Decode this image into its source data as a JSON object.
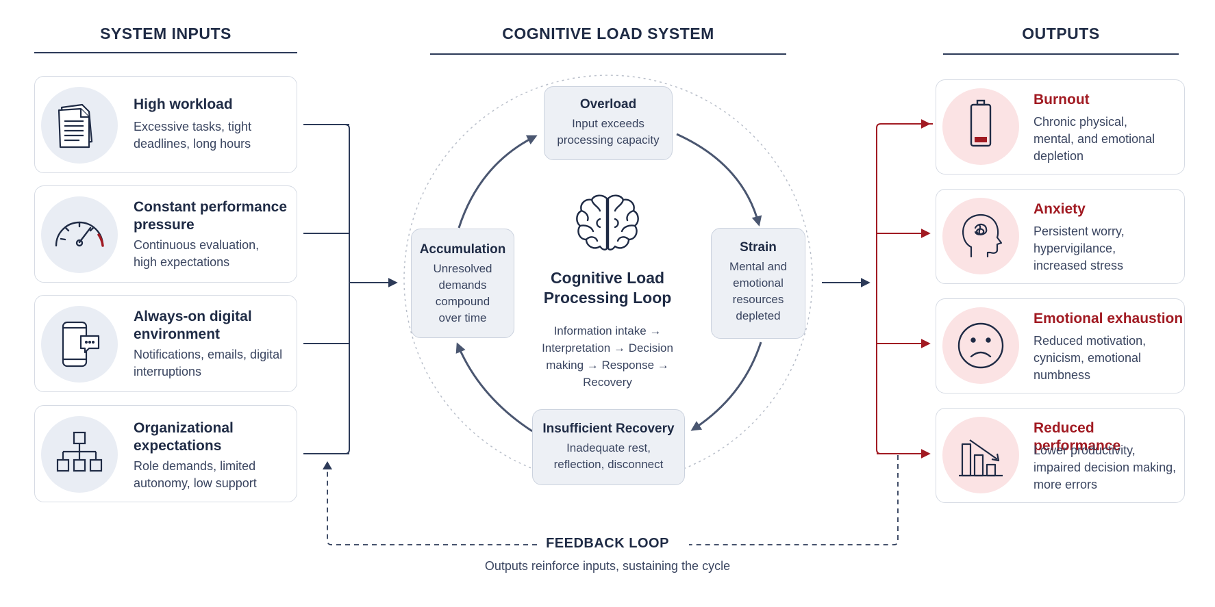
{
  "columns": {
    "inputs_title": "SYSTEM INPUTS",
    "system_title": "COGNITIVE LOAD SYSTEM",
    "outputs_title": "OUTPUTS"
  },
  "inputs": [
    {
      "title": "High workload",
      "desc": "Excessive tasks, tight deadlines, long hours",
      "icon": "documents-icon"
    },
    {
      "title": "Constant performance pressure",
      "desc": "Continuous evaluation, high expectations",
      "icon": "gauge-icon"
    },
    {
      "title": "Always-on digital environment",
      "desc": "Notifications, emails, digital interruptions",
      "icon": "phone-chat-icon"
    },
    {
      "title": "Organizational expectations",
      "desc": "Role demands, limited autonomy, low support",
      "icon": "org-chart-icon"
    }
  ],
  "loop": {
    "overload": {
      "title": "Overload",
      "desc": "Input exceeds processing capacity"
    },
    "strain": {
      "title": "Strain",
      "desc": "Mental and emotional resources depleted"
    },
    "insufficient_recovery": {
      "title": "Insufficient Recovery",
      "desc": "Inadequate rest, reflection, disconnect"
    },
    "accumulation": {
      "title": "Accumulation",
      "desc": "Unresolved demands compound over time"
    },
    "center_title": "Cognitive Load Processing Loop",
    "center_desc": "Information intake → Interpretation → Decision making → Response → Recovery",
    "center_icon": "brain-icon"
  },
  "outputs": [
    {
      "title": "Burnout",
      "desc": "Chronic physical, mental, and emotional depletion",
      "icon": "low-battery-icon"
    },
    {
      "title": "Anxiety",
      "desc": "Persistent worry, hypervigilance, increased stress",
      "icon": "anxious-head-icon"
    },
    {
      "title": "Emotional exhaustion",
      "desc": "Reduced motivation, cynicism, emotional numbness",
      "icon": "sad-face-icon"
    },
    {
      "title": "Reduced performance",
      "desc": "Lower productivity, impaired decision making, more errors",
      "icon": "declining-bars-icon"
    }
  ],
  "feedback": {
    "title": "FEEDBACK LOOP",
    "desc": "Outputs reinforce inputs, sustaining the cycle"
  },
  "colors": {
    "navy": "#1f2b45",
    "accent_red": "#a11a22",
    "input_circle": "#e9edf4",
    "output_circle": "#fbe3e4",
    "node_fill": "#edf0f5"
  }
}
